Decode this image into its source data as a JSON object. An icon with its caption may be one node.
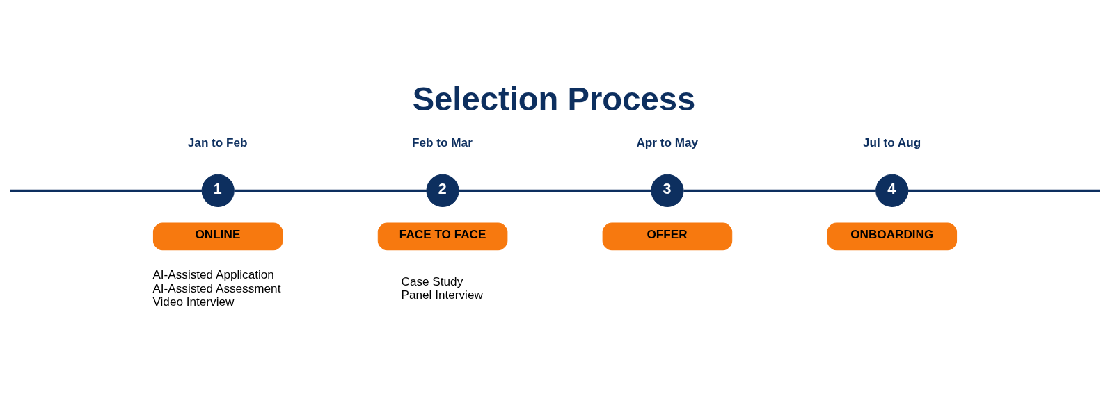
{
  "diagram": {
    "title": "Selection Process",
    "nodes": [
      {
        "text": [
          "1"
        ],
        "beside": [
          "Jan to Feb"
        ]
      },
      {
        "text": [
          "ONLINE"
        ]
      },
      {
        "text": [
          "2"
        ],
        "beside": [
          "Feb to Mar"
        ]
      },
      {
        "text": [
          "FACE TO FACE"
        ]
      },
      {
        "text": [
          "3"
        ],
        "beside": [
          "Apr to May"
        ]
      },
      {
        "text": [
          "OFFER"
        ]
      },
      {
        "text": [
          "4"
        ],
        "beside": [
          "Jul to Aug"
        ]
      },
      {
        "text": [
          "ONBOARDING"
        ]
      }
    ],
    "edges": [
      {
        "from": null,
        "to": 0,
        "arrow": "none"
      },
      {
        "from": 0,
        "to": 2,
        "arrow": "none"
      },
      {
        "from": 2,
        "to": 4,
        "arrow": "none"
      },
      {
        "from": 4,
        "to": 6,
        "arrow": "none"
      },
      {
        "from": 6,
        "to": null,
        "arrow": "none"
      }
    ],
    "labels": [
      "AI-Assisted Application",
      "AI-Assisted Assessment",
      "Video Interview",
      "Case Study",
      "Panel Interview"
    ]
  }
}
